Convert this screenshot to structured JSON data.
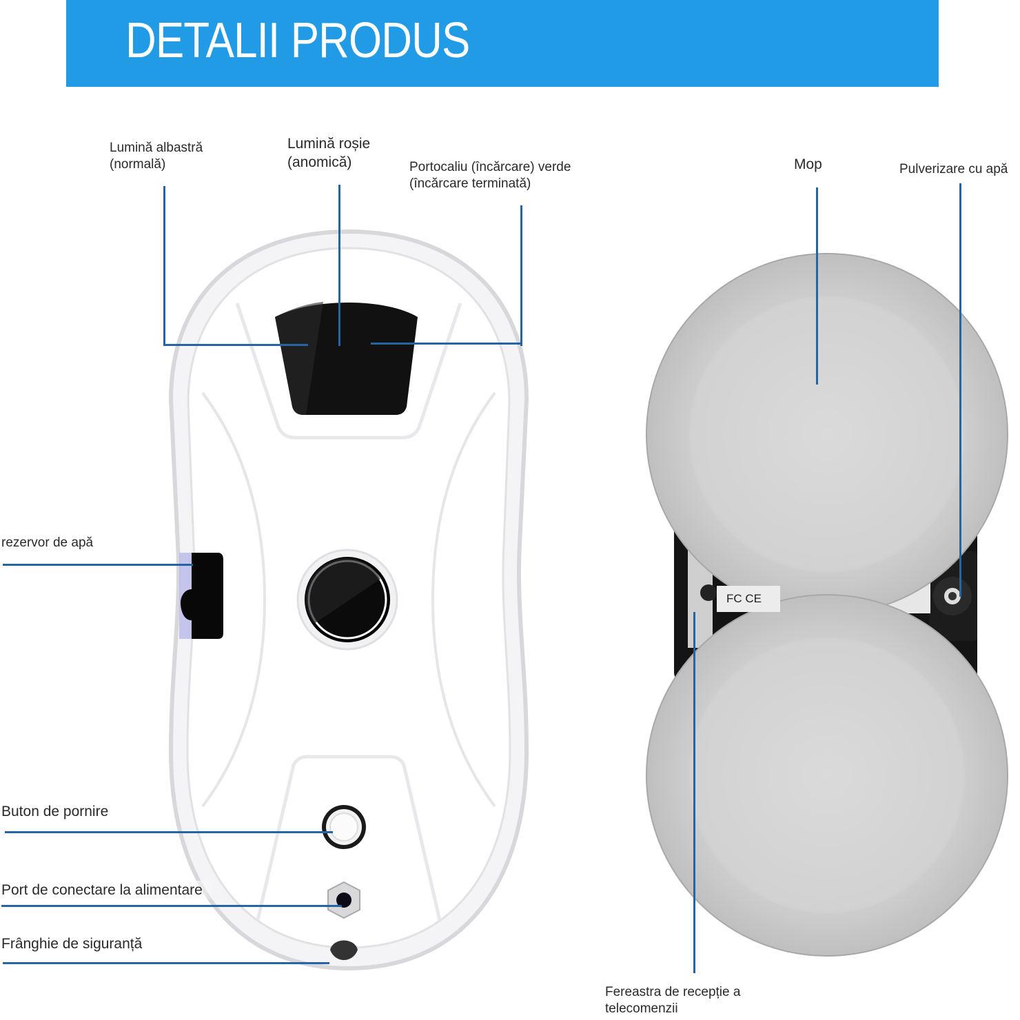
{
  "header": {
    "title": "DETALII PRODUS",
    "background_color": "#229be6",
    "text_color": "#ffffff"
  },
  "callout_line_color": "#2565a6",
  "robot_labels": {
    "blue_light": {
      "line1": "Lumină albastră",
      "line2": "(normală)"
    },
    "red_light": {
      "line1": "Lumină roșie",
      "line2": "(anomică)"
    },
    "orange_green": {
      "line1": "Portocaliu (încărcare) verde",
      "line2": "(încărcare terminată)"
    },
    "water_tank": "rezervor de apă",
    "power_button": "Buton de pornire",
    "power_port": "Port de conectare la alimentare",
    "safety_rope": "Frânghie de siguranță"
  },
  "mop_labels": {
    "mop": "Mop",
    "water_spray": "Pulverizare cu apă",
    "remote_window": {
      "line1": "Fereastra de recepție a",
      "line2": "telecomenzii"
    },
    "cert_mark": "FC CE"
  }
}
